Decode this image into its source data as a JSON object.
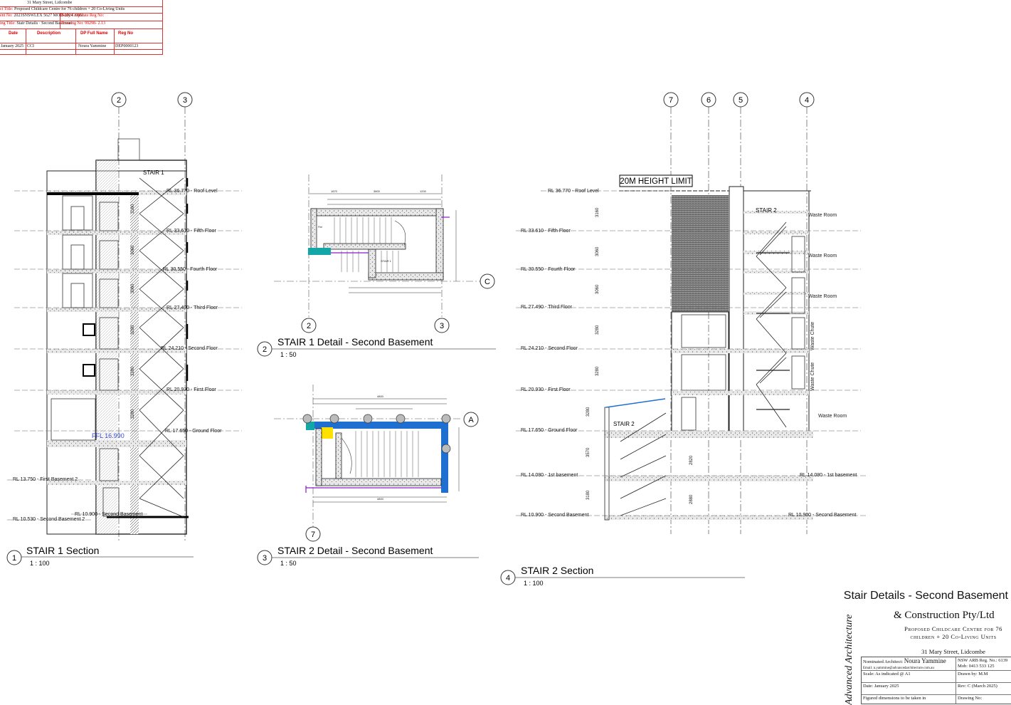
{
  "stamp": {
    "row1": "31 Mary Street, Lidcombe",
    "row2_label": "ct Title:",
    "row2_value": "Proposed Childcare Centre for 76 children + 20 Co-Living Units",
    "row3_label": "ent No:",
    "row3_value": "2023SNSWLEX 5627  MOD-2024 /0051",
    "row3_right": "Body Corporate Reg No:",
    "row4_label": "ing Title:",
    "row4_value": "Stair Details · Second Basement",
    "row4_right": "Drawing No: 99298- 2.13",
    "headers": [
      "Date",
      "Description",
      "DP Full Name",
      "Reg No"
    ],
    "entry": [
      "January 2025",
      "CCI",
      "Noura Yammine",
      "DEP0000123"
    ]
  },
  "views": {
    "v1": {
      "num": "1",
      "title": "STAIR 1 Section",
      "scale": "1 : 100"
    },
    "v2": {
      "num": "2",
      "title": "STAIR 1 Detail - Second Basement",
      "scale": "1 : 50"
    },
    "v3": {
      "num": "3",
      "title": "STAIR 2 Detail - Second Basement",
      "scale": "1 : 50"
    },
    "v4": {
      "num": "4",
      "title": "STAIR 2 Section",
      "scale": "1 : 100"
    }
  },
  "grids": {
    "s1": [
      "2",
      "3"
    ],
    "d1_bottom": [
      "2",
      "3"
    ],
    "d1_right": "C",
    "d2_right": "A",
    "d2_bottom": "7",
    "s2": [
      "7",
      "6",
      "5",
      "4"
    ]
  },
  "levels_s1": [
    "RL 36.770 - Roof Level",
    "RL 33.610 - Fifth Floor",
    "RL 30.550 - Fourth Floor",
    "RL 27.490 - Third Floor",
    "RL 24.210 - Second Floor",
    "RL 20.930 - First Floor",
    "RL 17.650 - Ground Floor",
    "RL 13.750 - First Basement 2",
    "RL 10.900 - Second Basement",
    "RL 10.530 - Second Basement 2"
  ],
  "s1_labels": {
    "stair": "STAIR 1",
    "ffl": "FFL 16.990",
    "dims": [
      "3160",
      "3060",
      "3060",
      "3280",
      "3280",
      "3280"
    ]
  },
  "levels_s2_left": [
    "RL 36.770 - Roof Level",
    "RL 33.610 - Fifth Floor",
    "RL 30.550 - Fourth Floor",
    "RL 27.490 - Third Floor",
    "RL 24.210 - Second Floor",
    "RL 20.930 - First Floor",
    "RL 17.650 - Ground Floor",
    "RL 14.080 - 1st basement",
    "RL 10.900 - Second Basement"
  ],
  "levels_s2_right": [
    "RL 14.080 - 1st basement",
    "RL 10.900 - Second Basement"
  ],
  "s2_labels": {
    "height_limit": "20M HEIGHT LIMIT",
    "stair_upper": "STAIR 2",
    "stair_lower": "STAIR 2",
    "waste_room": "Waste Room",
    "waste_chute": "Waste Chute",
    "dims": [
      "3160",
      "3060",
      "3060",
      "3280",
      "3280",
      "3280",
      "3570",
      "3180"
    ],
    "dims_inner": [
      "2820",
      "2880"
    ]
  },
  "sheet_title": "Stair Details - Second Basement",
  "title_block": {
    "brand": "& Construction Pty/Ltd",
    "brand_vertical": "Advanced Architecture",
    "project": "Proposed Childcare Centre for 76 children + 20 Co-Living Units",
    "address": "31 Mary Street, Lidcombe",
    "architect_label": "Nominated Architect:",
    "architect": "Noura Yammine",
    "email": "Email: n.yammine@advancedarchitecture.com.au",
    "arb": "NSW ARB Reg. No.: 6139",
    "mob": "Mob: 0413 533 125",
    "scale": "Scale:  As indicated @ A1",
    "drawn": "Drawn by:  M.M",
    "date": "Date:  January 2025",
    "rev": "Rev:  C (March 2025)",
    "note": "Figured dimensions to be taken in",
    "drawing_no": "Drawing No:"
  },
  "colors": {
    "accent_red": "#d00000",
    "plan_blue": "#1e6fd0",
    "plan_yellow": "#ffe000",
    "plan_teal": "#13a6a6",
    "plan_purple": "#8a1cc4",
    "ffl_blue": "#3a4bd8"
  }
}
